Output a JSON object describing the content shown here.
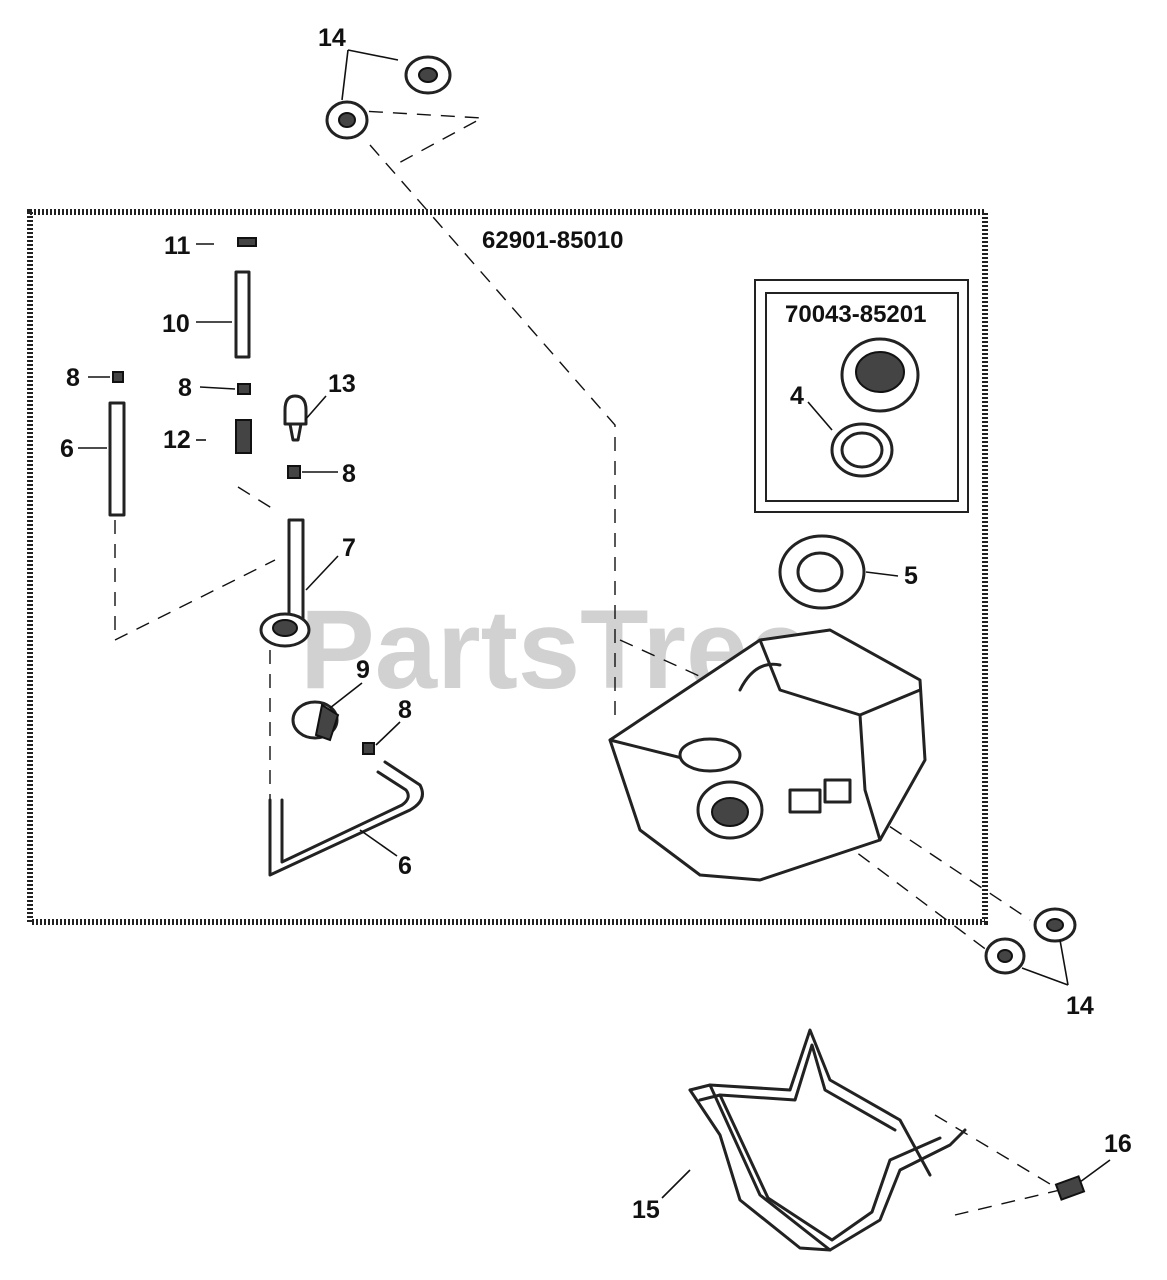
{
  "diagram": {
    "watermark": "PartsTree",
    "kits": [
      {
        "id": "kit-outer",
        "label": "62901-85010"
      },
      {
        "id": "kit-inner",
        "label": "70043-85201"
      }
    ],
    "callouts": {
      "c14a": "14",
      "c11": "11",
      "c10": "10",
      "c8a": "8",
      "c8b": "8",
      "c6a": "6",
      "c12": "12",
      "c13": "13",
      "c8c": "8",
      "c7": "7",
      "c9": "9",
      "c8d": "8",
      "c6b": "6",
      "c4": "4",
      "c5": "5",
      "c14b": "14",
      "c15": "15",
      "c16": "16"
    }
  }
}
